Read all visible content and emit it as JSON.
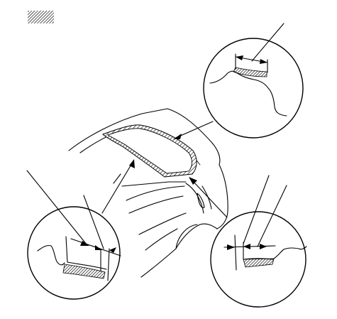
{
  "legend": {
    "symbol": "hatched-area-symbol"
  },
  "figure": {
    "subject": "vehicle-rear-quarter-and-trunk-lid",
    "callouts": [
      {
        "id": "top-right",
        "icon": "hatched-sealing-detail"
      },
      {
        "id": "bottom-left",
        "icon": "hatched-sealing-detail"
      },
      {
        "id": "bottom-right",
        "icon": "hatched-sealing-detail"
      }
    ]
  },
  "colors": {
    "line": "#000000",
    "background": "#ffffff"
  }
}
